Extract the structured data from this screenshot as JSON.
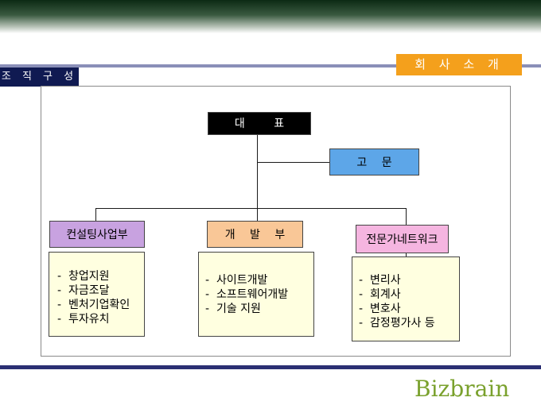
{
  "header": {
    "title": "회 사 소 개",
    "section": "조 직 구 성"
  },
  "org": {
    "ceo": "대  표",
    "advisor": "고  문",
    "departments": [
      {
        "name": "컨설팅사업부",
        "duties": [
          "창업지원",
          "자금조달",
          "벤처기업확인",
          "투자유치"
        ]
      },
      {
        "name": "개  발  부",
        "duties": [
          "사이트개발",
          "소프트웨어개발",
          "기술 지원"
        ]
      },
      {
        "name": "전문가네트워크",
        "duties": [
          "변리사",
          "회계사",
          "변호사",
          "감정평가사 등"
        ]
      }
    ]
  },
  "footer": {
    "logo": "Bizbrain"
  },
  "colors": {
    "title_badge": "#f4a01c",
    "section_tab": "#101a52",
    "ceo": "#000000",
    "advisor": "#5da6e8",
    "consulting": "#c8a2e0",
    "development": "#f9c797",
    "network": "#f5b5e0",
    "duty_box": "#ffffe0",
    "logo": "#7aa12d",
    "bottom_rule": "#2b2f73"
  }
}
